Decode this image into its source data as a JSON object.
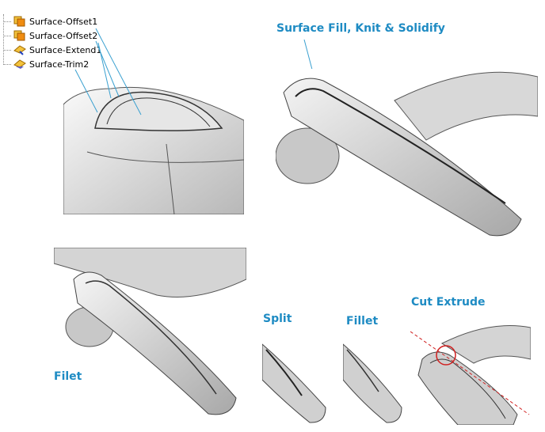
{
  "tree": {
    "items": [
      {
        "label": "Surface-Offset1",
        "icon": "surface-offset-icon"
      },
      {
        "label": "Surface-Offset2",
        "icon": "surface-offset-icon"
      },
      {
        "label": "Surface-Extend1",
        "icon": "surface-extend-icon"
      },
      {
        "label": "Surface-Trim2",
        "icon": "surface-trim-icon"
      }
    ]
  },
  "labels": {
    "fill_knit": "Surface Fill, Knit & Solidify",
    "filet": "Filet",
    "split": "Split",
    "fillet": "Fillet",
    "cut_extrude": "Cut Extrude"
  },
  "colors": {
    "accent": "#1e8bc3",
    "leader": "#3aa0d0",
    "cut": "#d02020"
  }
}
